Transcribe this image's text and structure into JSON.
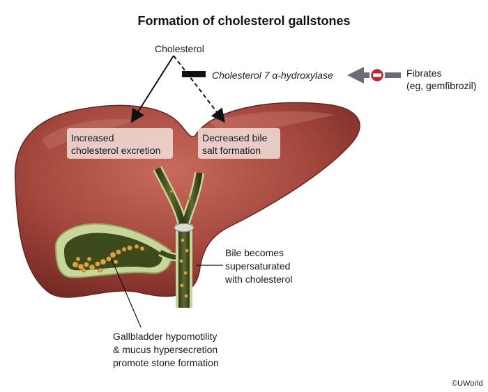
{
  "title": "Formation of cholesterol gallstones",
  "cholesterol_label": "Cholesterol",
  "enzyme_label": "Cholesterol 7 α-hydroxylase",
  "fibrates": {
    "line1": "Fibrates",
    "line2": "(eg, gemfibrozil)"
  },
  "box_excretion": {
    "line1": "Increased",
    "line2": "cholesterol excretion"
  },
  "box_bile_salt": {
    "line1": "Decreased bile",
    "line2": "salt formation"
  },
  "bile_label": {
    "line1": "Bile becomes",
    "line2": "supersaturated",
    "line3": "with cholesterol"
  },
  "gallbladder_label": {
    "line1": "Gallbladder hypomotility",
    "line2": "& mucus hypersecretion",
    "line3": "promote stone formation"
  },
  "credit": "©UWorld",
  "colors": {
    "liver": "#a8483e",
    "liver_dark": "#7a2b26",
    "bile": "#4c5a2a",
    "stones": "#d9a441",
    "inhibit": "#c8202a",
    "arrow_gray": "#6e6b78"
  }
}
